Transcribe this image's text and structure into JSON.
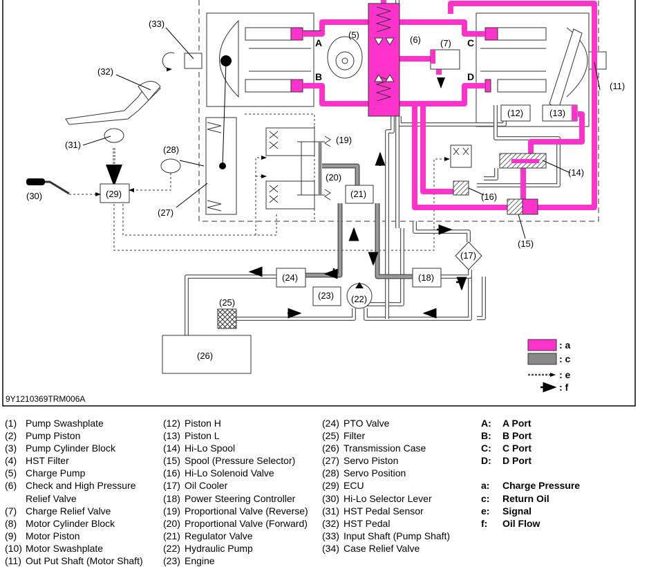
{
  "diagram": {
    "code": "9Y1210369TRM006A",
    "colors": {
      "charge_pressure": "#ff33cc",
      "return_oil": "#888888",
      "outline": "#333333"
    },
    "ports": {
      "A": "A",
      "B": "B",
      "C": "C",
      "D": "D"
    },
    "callouts": {
      "n5": "(5)",
      "n6": "(6)",
      "n7": "(7)",
      "n11": "(11)",
      "n12": "(12)",
      "n13": "(13)",
      "n14": "(14)",
      "n15": "(15)",
      "n16": "(16)",
      "n17": "(17)",
      "n18": "(18)",
      "n19": "(19)",
      "n20": "(20)",
      "n21": "(21)",
      "n22": "(22)",
      "n23": "(23)",
      "n24": "(24)",
      "n25": "(25)",
      "n26": "(26)",
      "n27": "(27)",
      "n28": "(28)",
      "n29": "(29)",
      "n30": "(30)",
      "n31": "(31)",
      "n32": "(32)",
      "n33": "(33)"
    },
    "key": [
      {
        "symbol": "pink-box",
        "label": ": a"
      },
      {
        "symbol": "gray-box",
        "label": ": c"
      },
      {
        "symbol": "dashed-arrow",
        "label": ": e"
      },
      {
        "symbol": "solid-arrow",
        "label": ": f"
      }
    ]
  },
  "legend": {
    "col1": [
      {
        "num": "(1)",
        "text": "Pump Swashplate"
      },
      {
        "num": "(2)",
        "text": "Pump Piston"
      },
      {
        "num": "(3)",
        "text": "Pump Cylinder Block"
      },
      {
        "num": "(4)",
        "text": "HST Filter"
      },
      {
        "num": "(5)",
        "text": "Charge Pump"
      },
      {
        "num": "(6)",
        "text": "Check and High Pressure Relief Valve"
      },
      {
        "num": "(7)",
        "text": "Charge Relief Valve"
      },
      {
        "num": "(8)",
        "text": "Motor Cylinder Block"
      },
      {
        "num": "(9)",
        "text": "Motor Piston"
      },
      {
        "num": "(10)",
        "text": "Motor Swashplate"
      },
      {
        "num": "(11)",
        "text": "Out Put Shaft (Motor Shaft)"
      }
    ],
    "col2": [
      {
        "num": "(12)",
        "text": "Piston H"
      },
      {
        "num": "(13)",
        "text": "Piston L"
      },
      {
        "num": "(14)",
        "text": "Hi-Lo Spool"
      },
      {
        "num": "(15)",
        "text": "Spool (Pressure Selector)"
      },
      {
        "num": "(16)",
        "text": "Hi-Lo Solenoid Valve"
      },
      {
        "num": "(17)",
        "text": "Oil Cooler"
      },
      {
        "num": "(18)",
        "text": "Power Steering Controller"
      },
      {
        "num": "(19)",
        "text": "Proportional Valve (Reverse)"
      },
      {
        "num": "(20)",
        "text": "Proportional Valve (Forward)"
      },
      {
        "num": "(21)",
        "text": "Regulator Valve"
      },
      {
        "num": "(22)",
        "text": "Hydraulic Pump"
      },
      {
        "num": "(23)",
        "text": "Engine"
      }
    ],
    "col3": [
      {
        "num": "(24)",
        "text": "PTO Valve"
      },
      {
        "num": "(25)",
        "text": "Filter"
      },
      {
        "num": "(26)",
        "text": "Transmission Case"
      },
      {
        "num": "(27)",
        "text": "Servo Piston"
      },
      {
        "num": "(28)",
        "text": "Servo Position"
      },
      {
        "num": "(29)",
        "text": "ECU"
      },
      {
        "num": "(30)",
        "text": "Hi-Lo Selector Lever"
      },
      {
        "num": "(31)",
        "text": "HST Pedal Sensor"
      },
      {
        "num": "(32)",
        "text": "HST Pedal"
      },
      {
        "num": "(33)",
        "text": "Input Shaft (Pump Shaft)"
      },
      {
        "num": "(34)",
        "text": "Case Relief Valve"
      }
    ],
    "ports": [
      {
        "num": "A:",
        "text": "A Port"
      },
      {
        "num": "B:",
        "text": "B Port"
      },
      {
        "num": "C:",
        "text": "C Port"
      },
      {
        "num": "D:",
        "text": "D Port"
      }
    ],
    "keys": [
      {
        "num": "a:",
        "text": "Charge Pressure"
      },
      {
        "num": "c:",
        "text": "Return Oil"
      },
      {
        "num": "e:",
        "text": "Signal"
      },
      {
        "num": "f:",
        "text": "Oil Flow"
      }
    ]
  }
}
